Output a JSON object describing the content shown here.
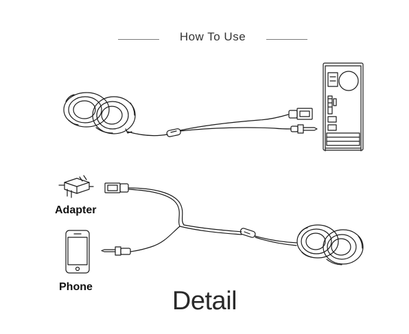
{
  "header": {
    "title": "How To Use"
  },
  "labels": {
    "adapter": "Adapter",
    "phone": "Phone"
  },
  "footer": {
    "title": "Detail"
  },
  "colors": {
    "line": "#1a1a1a",
    "rule": "#7a7a7a",
    "text": "#111111"
  },
  "icons": [
    "speaker-pair-icon",
    "computer-tower-icon",
    "usb-plug-icon",
    "audio-jack-icon",
    "power-adapter-icon",
    "smartphone-icon",
    "volume-control-icon"
  ]
}
